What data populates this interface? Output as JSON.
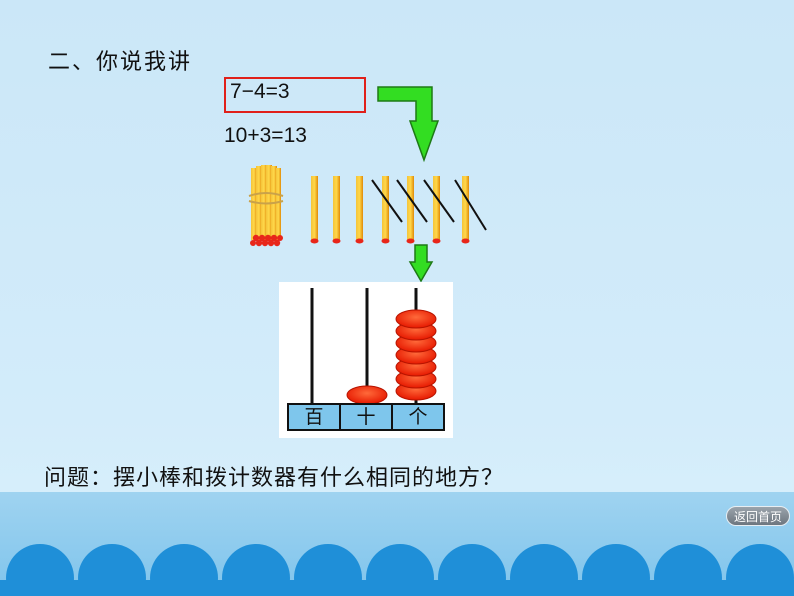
{
  "title": "二、你说我讲",
  "equations": {
    "first": "7−4=3",
    "second": "10+3=13"
  },
  "abacus": {
    "places": [
      "百",
      "十",
      "个"
    ],
    "beads": {
      "hundreds": 0,
      "tens": 1,
      "ones": 7
    }
  },
  "sticks": {
    "bundles": 1,
    "single": 7,
    "crossed_out": 4
  },
  "question": "问题：摆小棒和拨计数器有什么相同的地方？",
  "nav": {
    "back_home": "返回首页"
  },
  "colors": {
    "highlight_box": "#e0201a",
    "arrow": "#33dd22",
    "bead": "#ff2a00",
    "stick": "#f6a80c"
  },
  "icons": [
    "green-arrow-icon",
    "stick-bundle-icon"
  ]
}
